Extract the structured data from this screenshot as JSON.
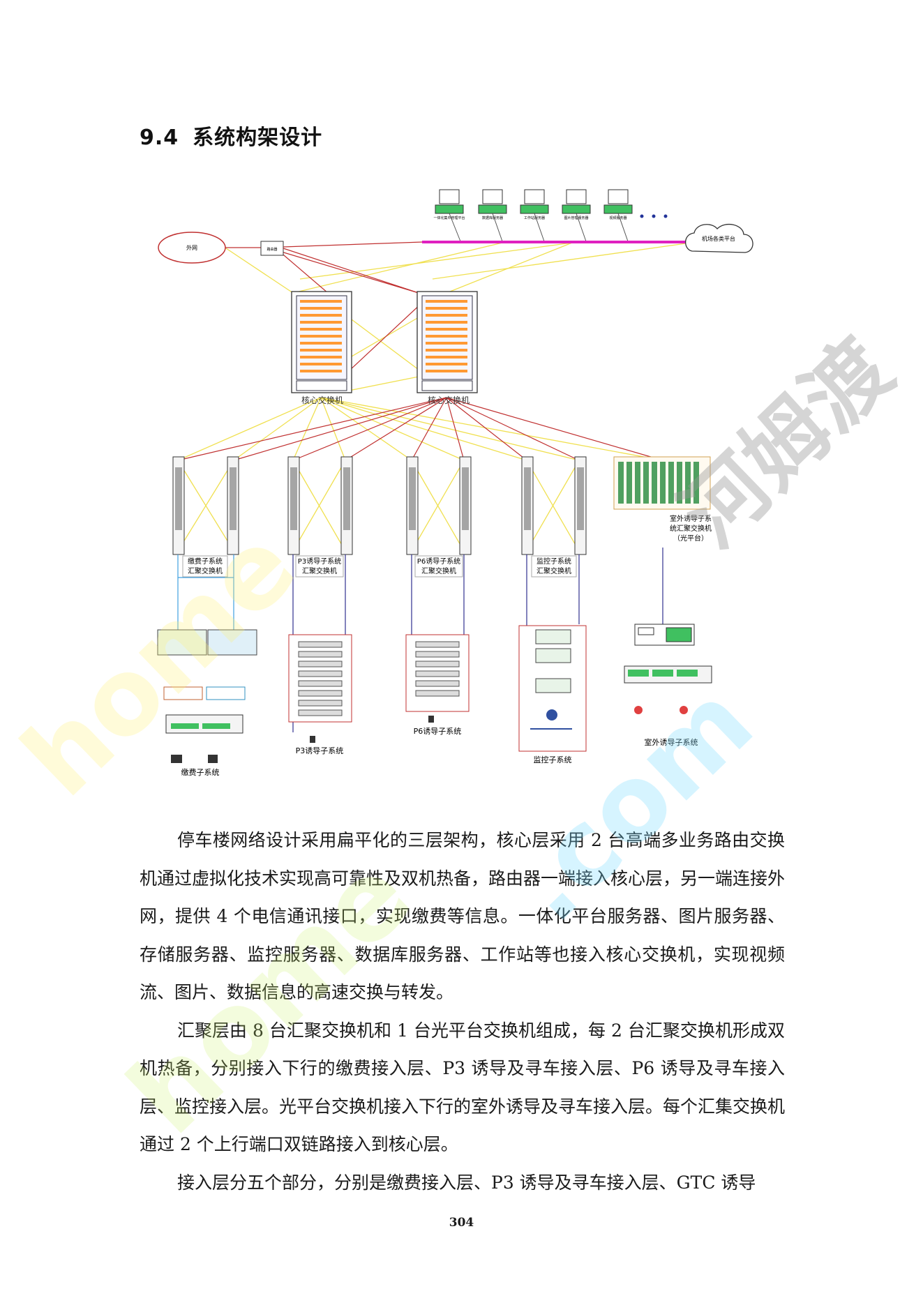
{
  "section": {
    "number": "9.4",
    "title": "系统构架设计"
  },
  "diagram": {
    "outer_network": "外网",
    "router": "路由器",
    "cloud": "机场各类平台",
    "servers": [
      "一体化集中管理平台",
      "数据库服务器",
      "工作站服务器",
      "图片管理服务器",
      "视频服务器"
    ],
    "core_label_left": "核心交换机",
    "core_label_right": "核心交换机",
    "agg": [
      {
        "line1": "缴费子系统",
        "line2": "汇聚交换机"
      },
      {
        "line1": "P3诱导子系统",
        "line2": "汇聚交换机"
      },
      {
        "line1": "P6诱导子系统",
        "line2": "汇聚交换机"
      },
      {
        "line1": "监控子系统",
        "line2": "汇聚交换机"
      }
    ],
    "optical": {
      "line1": "室外诱导子系",
      "line2": "统汇聚交换机",
      "line3": "（光平台）"
    },
    "bottom": [
      "缴费子系统",
      "P3诱导子系统",
      "P6诱导子系统",
      "监控子系统",
      "室外诱导子系统"
    ]
  },
  "paragraphs": [
    "停车楼网络设计采用扁平化的三层架构，核心层采用 2 台高端多业务路由交换机通过虚拟化技术实现高可靠性及双机热备，路由器一端接入核心层，另一端连接外网，提供 4 个电信通讯接口，实现缴费等信息。一体化平台服务器、图片服务器、存储服务器、监控服务器、数据库服务器、工作站等也接入核心交换机，实现视频流、图片、数据信息的高速交换与转发。",
    "汇聚层由 8 台汇聚交换机和 1 台光平台交换机组成，每 2 台汇聚交换机形成双机热备，分别接入下行的缴费接入层、P3 诱导及寻车接入层、P6 诱导及寻车接入层、监控接入层。光平台交换机接入下行的室外诱导及寻车接入层。每个汇集交换机通过 2 个上行端口双链路接入到核心层。",
    "接入层分五个部分，分别是缴费接入层、P3 诱导及寻车接入层、GTC 诱导"
  ],
  "page_number": "304",
  "watermarks": {
    "a": "home",
    "b": "home",
    "c": ".com",
    "d": "河姆渡"
  },
  "colors": {
    "pink_bus": "#e020c0",
    "red_link": "#c03030",
    "yellow_link": "#f0e050",
    "blue_link": "#303090",
    "monitor_green": "#40c060"
  }
}
